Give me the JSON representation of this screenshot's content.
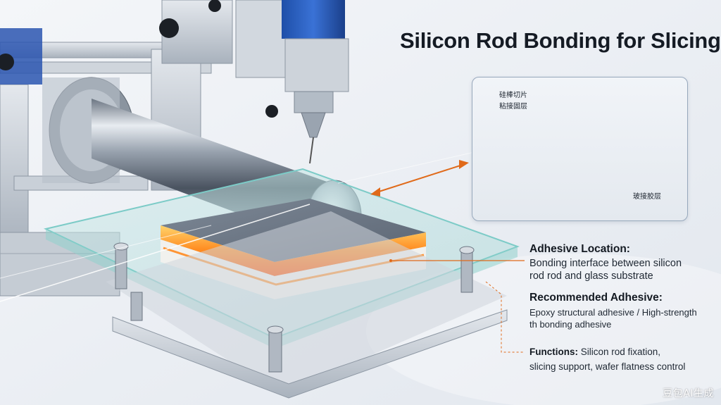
{
  "title": "Silicon Rod Bonding for Slicing",
  "inset": {
    "label_top_1": "硅棒切片",
    "label_top_2": "粘接固层",
    "label_bottom": "玻接胶层"
  },
  "sections": {
    "location": {
      "heading": "Adhesive Location:",
      "line1": "Bonding interface between silicon",
      "line2": "rod rod and glass substrate"
    },
    "recommended": {
      "heading": "Recommended Adhesive:",
      "line1": "Epoxy structural adhesive / High-strength",
      "line2": "th bonding adhesive"
    },
    "functions": {
      "heading": "Functions:",
      "line1_rest": " Silicon rod fixation,",
      "line2": "slicing support, wafer flatness control"
    }
  },
  "watermark": "豆包AI生成",
  "colors": {
    "adhesive_glow": "#ff8a1f",
    "leader_line": "#e06a1a",
    "title_text": "#151b24"
  }
}
